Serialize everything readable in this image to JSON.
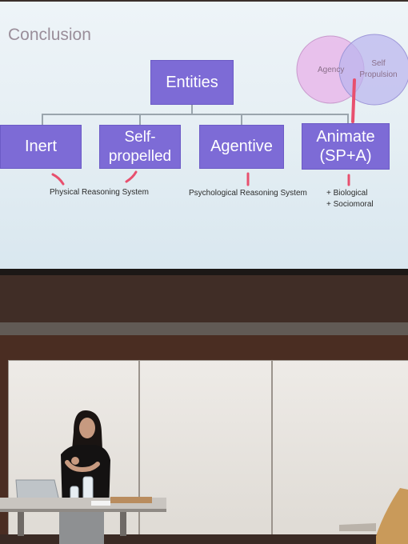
{
  "slide": {
    "title": "Conclusion",
    "root": "Entities",
    "nodes": {
      "inert": "Inert",
      "self_propelled_line1": "Self-",
      "self_propelled_line2": "propelled",
      "agentive": "Agentive",
      "animate_line1": "Animate",
      "animate_line2": "(SP+A)"
    },
    "labels": {
      "physical": "Physical Reasoning System",
      "psychological": "Psychological Reasoning System",
      "biological": "+ Biological",
      "sociomoral": "+ Sociomoral"
    },
    "venn": {
      "left": "Agency",
      "right_line1": "Self",
      "right_line2": "Propulsion"
    }
  },
  "colors": {
    "box": "#7d6bd6",
    "annotation": "#e8506e",
    "venn_left": "#e8b8ea",
    "venn_right": "#b9b3ee"
  }
}
